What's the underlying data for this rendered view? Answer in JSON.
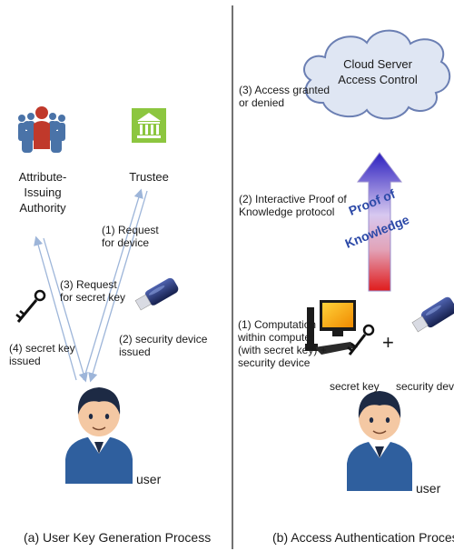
{
  "left": {
    "attribute_authority": "Attribute-\nIssuing\nAuthority",
    "trustee": "Trustee",
    "step1": "(1) Request\nfor device",
    "step2": "(2) security device\nissued",
    "step3": "(3) Request\nfor secret key",
    "step4": "(4) secret key\nissued",
    "user": "user",
    "caption": "(a) User Key Generation Process"
  },
  "right": {
    "cloud": "Cloud Server\nAccess Control",
    "step3": "(3) Access granted\nor denied",
    "step2": "(2) Interactive Proof of\nKnowledge protocol",
    "arrow_text_1": "Proof of",
    "arrow_text_2": "Knowledge",
    "step1": "(1) Computation\nwithin computer\n(with secret key) +\nsecurity device",
    "plus": "+",
    "secret_key": "secret key",
    "security_device": "security device",
    "user": "user",
    "caption": "(b) Access Authentication Process"
  },
  "colors": {
    "people_red": "#c0392b",
    "people_blue": "#4a73a8",
    "trustee_green": "#8cc63f",
    "cloud_fill": "#dfe6f3",
    "cloud_stroke": "#6b7fb3",
    "arrow_line": "#9db5d9",
    "proof_text": "#2d4aa8",
    "user_hair": "#1d2a44",
    "user_shirt": "#2f5f9e"
  }
}
